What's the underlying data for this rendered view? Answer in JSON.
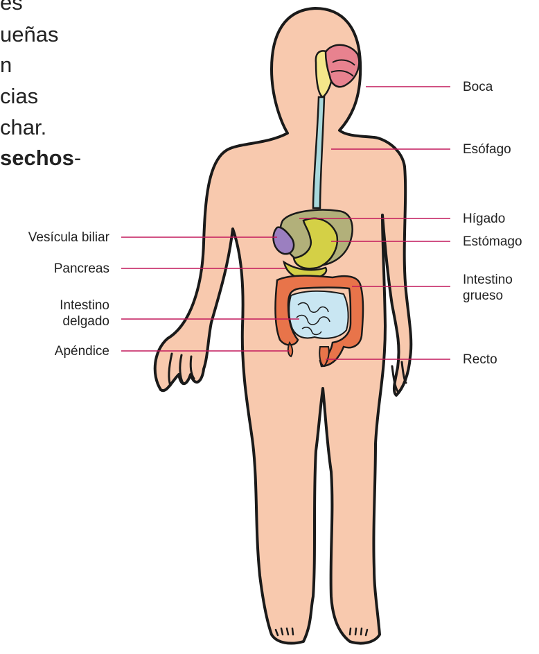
{
  "text_fragments": {
    "line1": "es",
    "line2": "ueñas",
    "line3": "n",
    "line4": "cias",
    "line5": "char.",
    "line6_bold": "sechos",
    "line6_tail": "-"
  },
  "labels": {
    "boca": "Boca",
    "esofago": "Esófago",
    "higado": "Hígado",
    "estomago": "Estómago",
    "intestino_grueso_1": "Intestino",
    "intestino_grueso_2": "grueso",
    "recto": "Recto",
    "vesicula": "Vesícula biliar",
    "pancreas": "Pancreas",
    "intestino_delgado_1": "Intestino",
    "intestino_delgado_2": "delgado",
    "apendice": "Apéndice"
  },
  "colors": {
    "skin": "#f8c9ae",
    "outline": "#1a1a1a",
    "leader_line": "#c2185b",
    "esophagus": "#a8d8dc",
    "liver": "#b2b07a",
    "stomach": "#d4d046",
    "gallbladder": "#9b7fc0",
    "large_intestine": "#e8744a",
    "small_intestine": "#c9e6f2",
    "mouth": "#e8828f",
    "nasal": "#f4e78a"
  }
}
